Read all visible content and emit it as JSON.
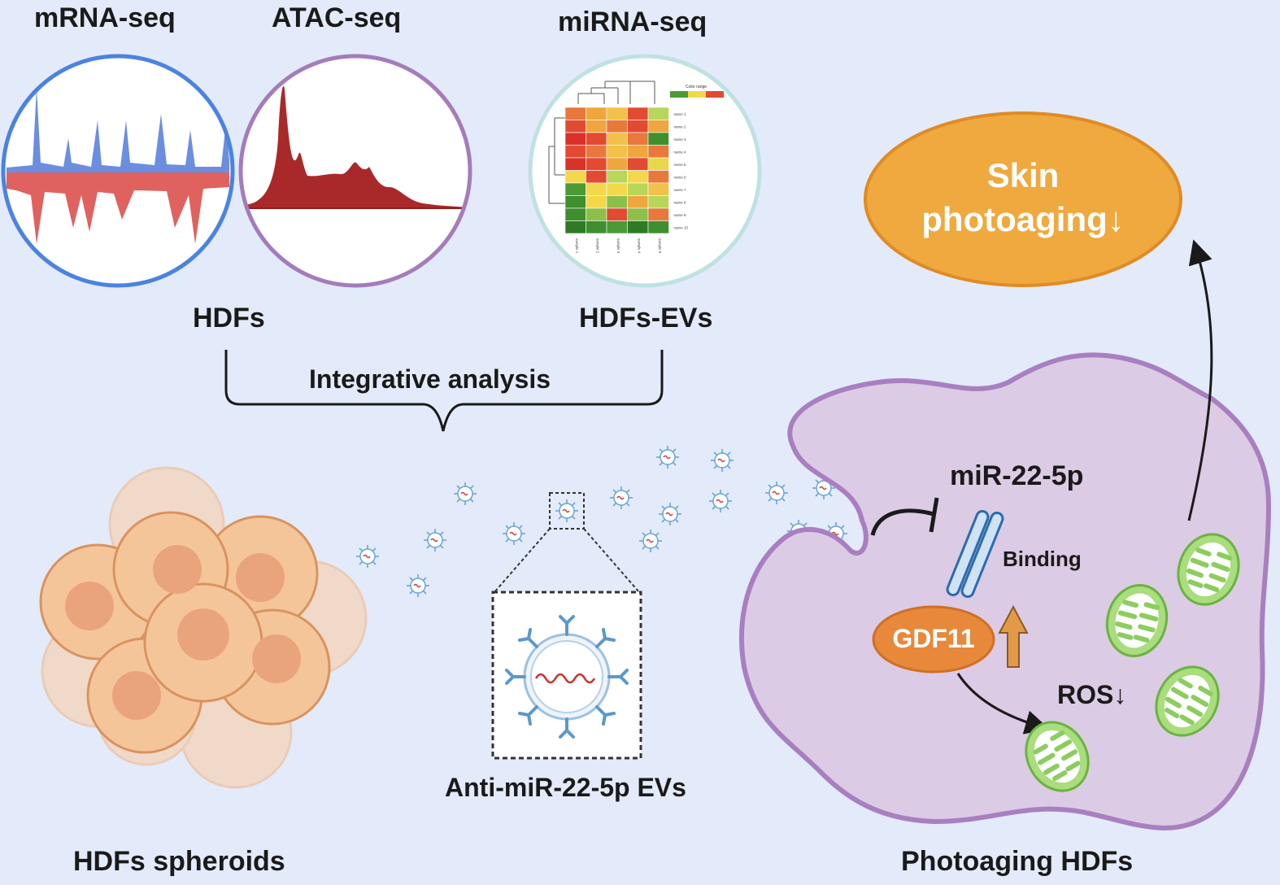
{
  "assays": {
    "mrna": "mRNA-seq",
    "atac": "ATAC-seq",
    "mirna": "miRNA-seq"
  },
  "samples": {
    "hdfs": "HDFs",
    "hdfs_evs": "HDFs-EVs"
  },
  "integrative_label": "Integrative analysis",
  "spheroids_label": "HDFs spheroids",
  "evs_label": "Anti-miR-22-5p EVs",
  "photoaging_label": "Photoaging HDFs",
  "outcome": {
    "line1": "Skin",
    "line2": "photoaging↓"
  },
  "mirna_label": "miR-22-5p",
  "binding_label": "Binding",
  "gdf11_label": "GDF11",
  "ros_label": "ROS↓",
  "colors": {
    "background": "#e3ebfa",
    "cell": "#dccbe4",
    "cell_border": "#a97fc1",
    "outcome": "#efa93e",
    "gdf11": "#e7883a",
    "mito": "#9fd96f"
  },
  "heatmap": {
    "legend_title": "Color range",
    "rows": [
      "name 1",
      "name 2",
      "name 3",
      "name 4",
      "name 5",
      "name 6",
      "name 7",
      "name 8",
      "name 9",
      "name 10"
    ],
    "cols": [
      "sample 1",
      "sample 2",
      "sample 3",
      "sample 4",
      "sample 5"
    ],
    "cells": [
      [
        "#e8783c",
        "#f0a63e",
        "#f3c04a",
        "#e24a32",
        "#b7d65a"
      ],
      [
        "#e24a32",
        "#f0a63e",
        "#e8783c",
        "#e24a32",
        "#f0a63e"
      ],
      [
        "#d8322b",
        "#e24a32",
        "#f3c04a",
        "#e8783c",
        "#3f8f2f"
      ],
      [
        "#e24a32",
        "#e8783c",
        "#f3c04a",
        "#f0a63e",
        "#e8783c"
      ],
      [
        "#d8322b",
        "#e24a32",
        "#f0a63e",
        "#e24a32",
        "#e8d84a"
      ],
      [
        "#f3d84c",
        "#e24a32",
        "#b7d65a",
        "#f3d84c",
        "#e8783c"
      ],
      [
        "#4b9a35",
        "#f3d84c",
        "#f3d84c",
        "#b7d65a",
        "#f3c04a"
      ],
      [
        "#3f8f2f",
        "#f3d84c",
        "#8cc04a",
        "#f0a63e",
        "#b7d65a"
      ],
      [
        "#3f8f2f",
        "#8cc04a",
        "#e24a32",
        "#8cc04a",
        "#e8783c"
      ],
      [
        "#2f7a25",
        "#3f8f2f",
        "#4b9a35",
        "#2f7a25",
        "#3f8f2f"
      ]
    ]
  }
}
